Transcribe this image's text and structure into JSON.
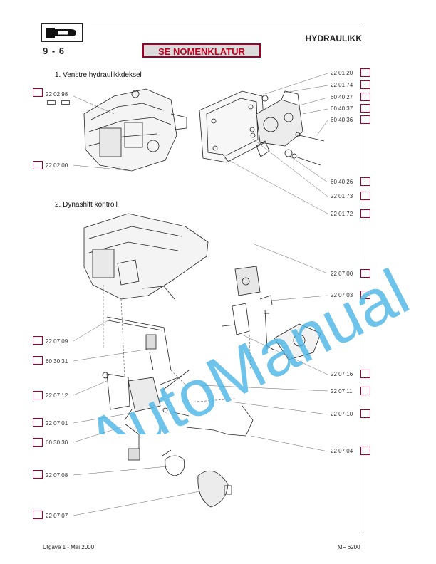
{
  "header": {
    "page_number": "9 - 6",
    "section": "HYDRAULIKK",
    "nomenclature_button": "SE NOMENKLATUR"
  },
  "subsections": {
    "s1": "1. Venstre hydraulikkdeksel",
    "s2": "2. Dynashift kontroll"
  },
  "refs_right_top": [
    "22 01 20",
    "22 01 74",
    "60 40 27",
    "60 40 37",
    "60 40 36",
    "60 40 26",
    "22 01 73",
    "22 01 72"
  ],
  "refs_left_top": [
    "22 02 98",
    "22 02 00"
  ],
  "refs_right_bottom": [
    "22 07 00",
    "22 07 03",
    "22 07 16",
    "22 07 11",
    "22 07 10",
    "22 07 04"
  ],
  "refs_left_bottom": [
    "22 07 09",
    "60 30 31",
    "22 07 12",
    "22 07 01",
    "60 30 30",
    "22 07 08",
    "22 07 07"
  ],
  "footer": {
    "edition": "Utgave 1 - Mai 2000",
    "model": "MF 6200"
  },
  "watermark": "AutoManual",
  "colors": {
    "accent": "#a0002a",
    "button_bg": "#dcdcdc",
    "watermark": "#4ab4e6"
  }
}
